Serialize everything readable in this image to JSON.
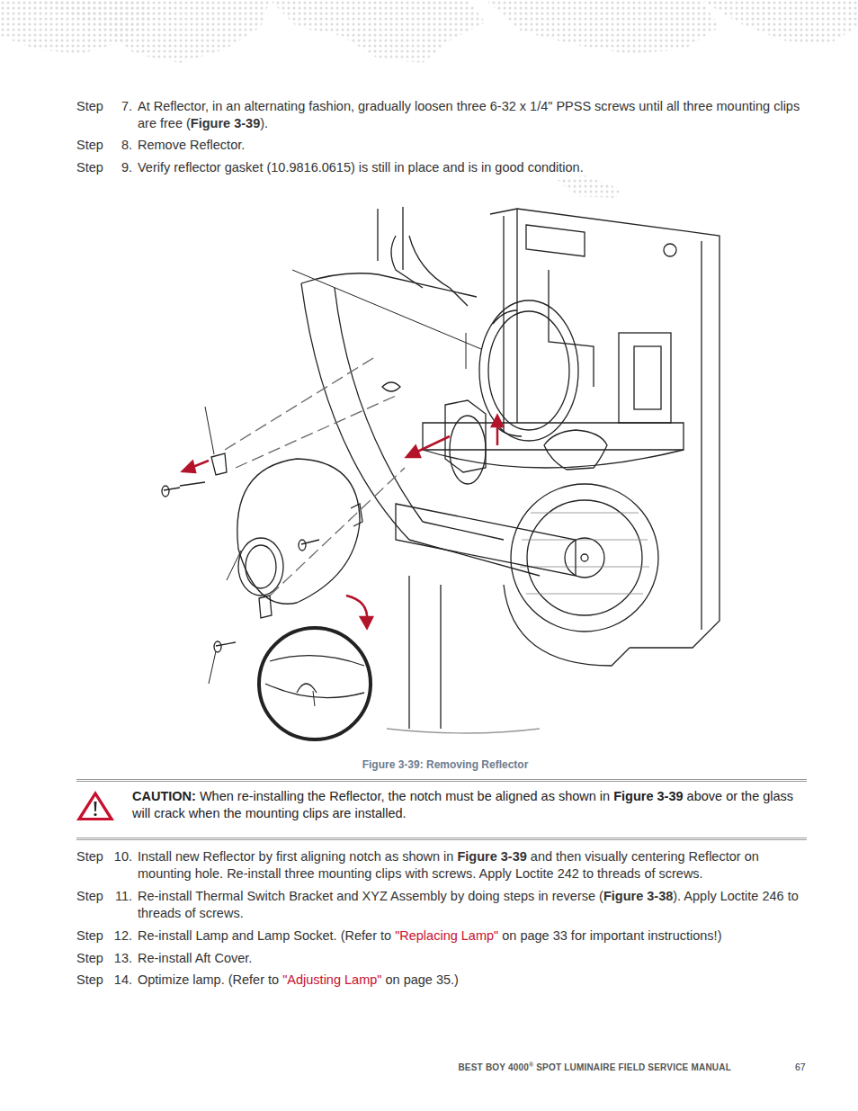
{
  "diagram": {
    "caption": "Figure 3-39: Removing Reflector",
    "nodes": [
      {
        "text": [
          "CAUTION:",
          "When re-installing the Reflector, the notch must be aligned as shown in",
          "Figure 3-39",
          "above or the glass will crack when the mounting clips are installed."
        ]
      }
    ],
    "labels": [
      "Step",
      "7.",
      "At Reflector, in an alternating fashion, gradually loosen three 6-32 x 1/4\" PPSS screws until all three mounting clips are free (",
      "Figure 3-39",
      ").",
      "Step",
      "8.",
      "Remove Reflector.",
      "Step",
      "9.",
      "Verify reflector gasket (10.9816.0615) is still in place and is in good condition.",
      "Step",
      "10.",
      "Install new Reflector by first aligning notch as shown in",
      "Figure 3-39",
      "and then visually centering Reflector on mounting hole. Re-install three mounting clips with screws. Apply Loctite 242 to threads of screws.",
      "Step",
      "11.",
      "Re-install Thermal Switch Bracket and XYZ Assembly by doing steps in reverse (",
      "Figure 3-38",
      "). Apply Loctite 246 to threads of screws.",
      "Step",
      "12.",
      "Re-install Lamp and Lamp Socket. (Refer to",
      "\"Replacing Lamp\"",
      "on page 33 for important instructions!)",
      "Step",
      "13.",
      "Re-install Aft Cover.",
      "Step",
      "14.",
      "Optimize lamp. (Refer to",
      "\"Adjusting Lamp\"",
      "on page 35.)",
      "BEST BOY 4000",
      "®",
      "SPOT LUMINAIRE FIELD SERVICE MANUAL",
      "67"
    ]
  }
}
